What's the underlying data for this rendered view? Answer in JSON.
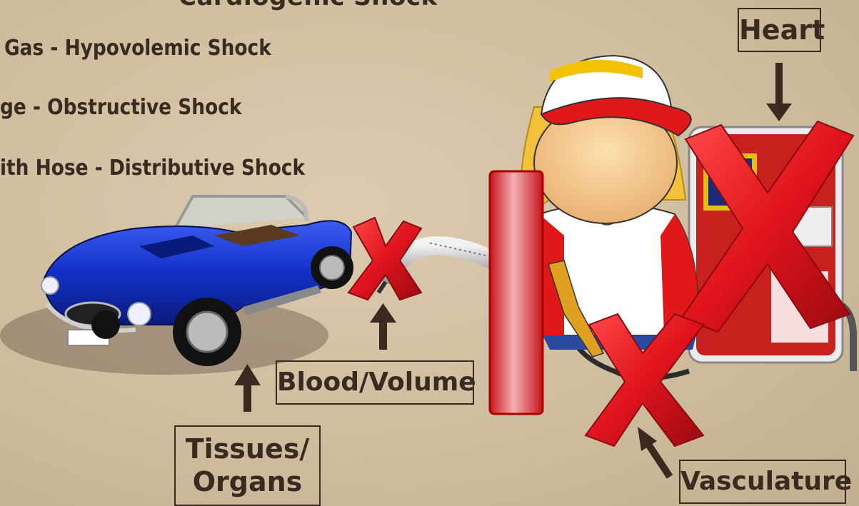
{
  "partial_heading": "Cardiogenic Shock",
  "shock_list": [
    {
      "cause": "Gas",
      "separator": "-",
      "shock": "Hypovolemic Shock"
    },
    {
      "cause": "ge",
      "separator": "-",
      "shock": "Obstructive Shock"
    },
    {
      "cause": "ith Hose",
      "separator": "-",
      "shock": "Distributive Shock"
    }
  ],
  "labels": {
    "heart": "Heart",
    "blood_volume": "Blood/Volume",
    "tissues_line1": "Tissues/",
    "tissues_line2": "Organs",
    "vasculature": "Vasculature"
  },
  "colors": {
    "background": "#d4c3a6",
    "text": "#3a2a1f",
    "cross": "#e0131d",
    "car_body": "#1230c8",
    "pump": "#c8201c"
  },
  "icons": [
    "car-icon",
    "gas-attendant-icon",
    "gas-pump-icon",
    "fuel-hose-icon",
    "x-mark-icon",
    "blockage-bar-icon",
    "arrow-icon"
  ]
}
